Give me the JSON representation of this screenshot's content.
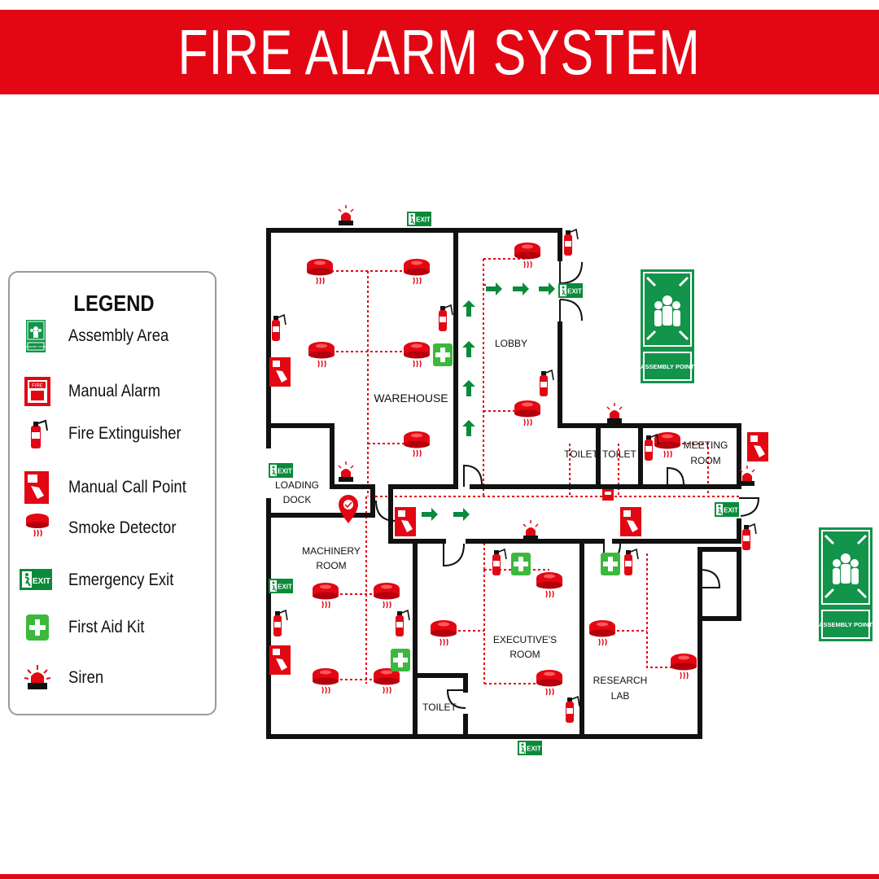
{
  "title": "FIRE ALARM SYSTEM",
  "legend": {
    "title": "LEGEND",
    "items": [
      {
        "label": "Assembly Area",
        "icon": "assembly-area-icon"
      },
      {
        "label": "Manual Alarm",
        "icon": "manual-alarm-icon"
      },
      {
        "label": "Fire Extinguisher",
        "icon": "fire-extinguisher-icon"
      },
      {
        "label": "Manual Call Point",
        "icon": "manual-call-point-icon"
      },
      {
        "label": "Smoke Detector",
        "icon": "smoke-detector-icon"
      },
      {
        "label": "Emergency Exit",
        "icon": "emergency-exit-icon"
      },
      {
        "label": "First Aid Kit",
        "icon": "first-aid-kit-icon"
      },
      {
        "label": "Siren",
        "icon": "siren-icon"
      }
    ]
  },
  "rooms": {
    "warehouse": "WAREHOUSE",
    "lobby": "LOBBY",
    "loading_dock": [
      "LOADING",
      "DOCK"
    ],
    "machinery_room": [
      "MACHINERY",
      "ROOM"
    ],
    "toilet_1": "TOILET",
    "toilet_2": "TOILET",
    "meeting_room": [
      "MEETING",
      "ROOM"
    ],
    "executive_room": [
      "EXECUTIVE'S",
      "ROOM"
    ],
    "toilet_3": "TOILET",
    "research_lab": [
      "RESEARCH",
      "LAB"
    ]
  },
  "signs": {
    "exit_text": "EXIT",
    "fire_text": "FIRE",
    "assembly_point": "ASSEMBLY POINT"
  },
  "colors": {
    "brand_red": "#e30613",
    "exit_green": "#0a8a3a",
    "assembly_green": "#12944a",
    "first_aid_green": "#3cb83c",
    "wall": "#111111"
  }
}
